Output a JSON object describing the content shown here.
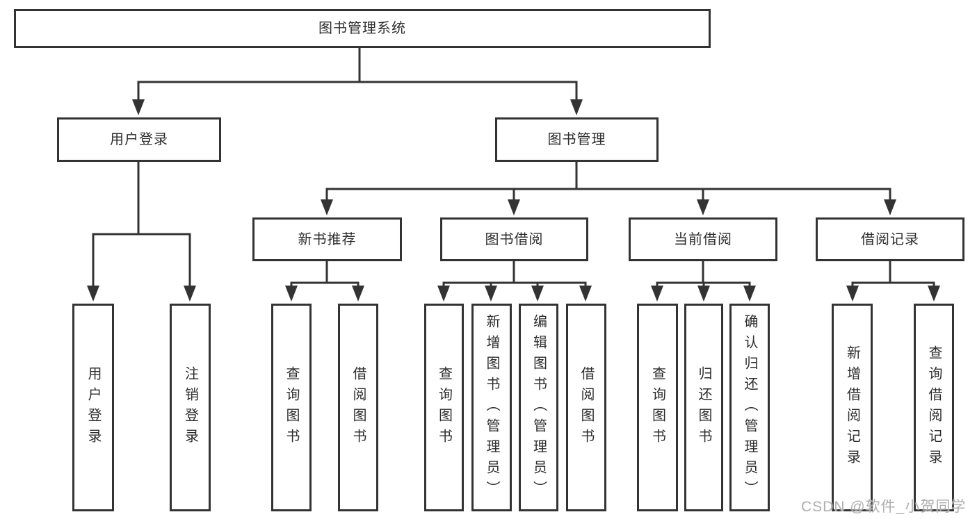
{
  "diagram": {
    "root": {
      "label": "图书管理系统"
    },
    "branches": [
      {
        "label": "用户登录",
        "children": [
          {
            "label": "用户登录"
          },
          {
            "label": "注销登录"
          }
        ]
      },
      {
        "label": "图书管理",
        "children": [
          {
            "label": "新书推荐",
            "children": [
              {
                "label": "查询图书"
              },
              {
                "label": "借阅图书"
              }
            ]
          },
          {
            "label": "图书借阅",
            "children": [
              {
                "label": "查询图书"
              },
              {
                "label": "新增图书（管理员）"
              },
              {
                "label": "编辑图书（管理员）"
              },
              {
                "label": "借阅图书"
              }
            ]
          },
          {
            "label": "当前借阅",
            "children": [
              {
                "label": "查询图书"
              },
              {
                "label": "归还图书"
              },
              {
                "label": "确认归还（管理员）"
              }
            ]
          },
          {
            "label": "借阅记录",
            "children": [
              {
                "label": "新增借阅记录"
              },
              {
                "label": "查询借阅记录"
              }
            ]
          }
        ]
      }
    ]
  },
  "watermark": {
    "text": "CSDN @软件_小贺同学"
  },
  "colors": {
    "stroke": "#333333",
    "box_fill": "#ffffff",
    "text": "#2d2d2d",
    "watermark": "#aeaeae",
    "background": "#ffffff"
  }
}
